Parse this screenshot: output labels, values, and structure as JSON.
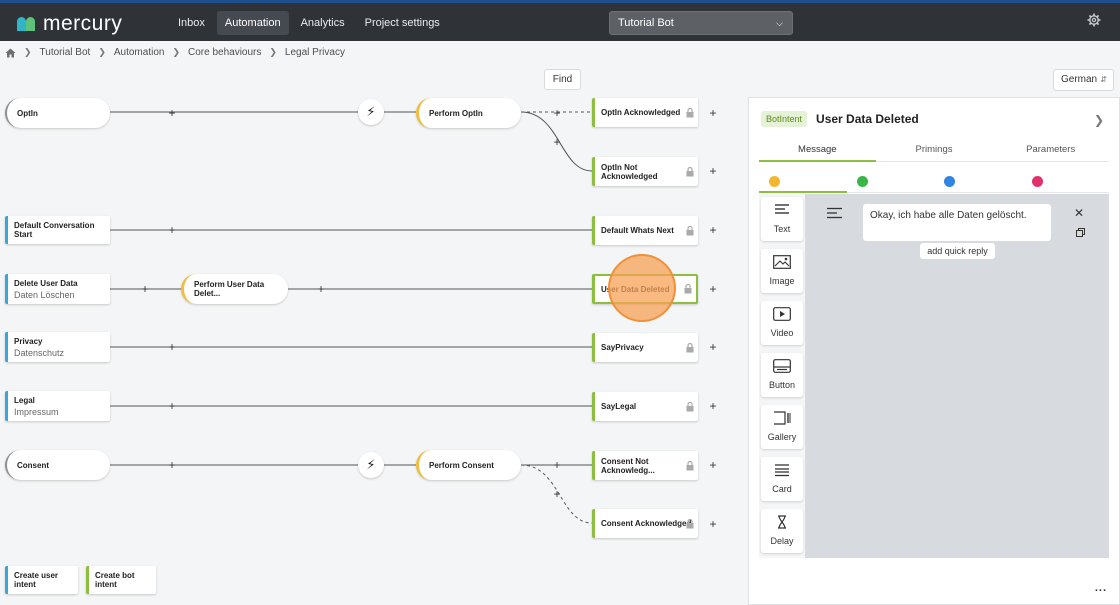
{
  "app": {
    "brand": "mercury",
    "nav": [
      "Inbox",
      "Automation",
      "Analytics",
      "Project settings"
    ],
    "active_nav": "Automation",
    "bot_selector": "Tutorial Bot"
  },
  "breadcrumb": [
    "Tutorial Bot",
    "Automation",
    "Core behaviours",
    "Legal Privacy"
  ],
  "toolbar": {
    "find": "Find",
    "language": "German"
  },
  "flow": {
    "nodes": {
      "optin": "OptIn",
      "perform_optin": "Perform OptIn",
      "optin_ack": "OptIn Acknowledged",
      "optin_not_ack": "OptIn Not Acknowledged",
      "default_conv_start": "Default Conversation Start",
      "default_whats_next": "Default Whats Next",
      "delete_user_data": "Delete User Data",
      "delete_user_data_sub": "Daten Löschen",
      "perform_user_data_delete": "Perform User Data Delet...",
      "user_data_deleted": "User Data Deleted",
      "privacy": "Privacy",
      "privacy_sub": "Datenschutz",
      "say_privacy": "SayPrivacy",
      "legal": "Legal",
      "legal_sub": "Impressum",
      "say_legal": "SayLegal",
      "consent": "Consent",
      "perform_consent": "Perform Consent",
      "consent_not_ack": "Consent Not Acknowledg...",
      "consent_ack": "Consent Acknowledged"
    },
    "create_user_intent": "Create user intent",
    "create_bot_intent": "Create bot intent"
  },
  "panel": {
    "badge": "BotIntent",
    "title": "User Data Deleted",
    "tabs": [
      "Message",
      "Primings",
      "Parameters"
    ],
    "active_tab": "Message",
    "channels": [
      {
        "name": "chat-bubble",
        "color": "#f2b632"
      },
      {
        "name": "whatsapp",
        "color": "#3bb54a"
      },
      {
        "name": "messenger",
        "color": "#2e86de"
      },
      {
        "name": "instagram",
        "color": "#e1306c"
      }
    ],
    "tools": [
      "Text",
      "Image",
      "Video",
      "Button",
      "Gallery",
      "Card",
      "Delay"
    ],
    "message_text": "Okay, ich habe alle Daten gelöscht.",
    "quick_reply": "add quick reply",
    "more": "..."
  },
  "colors": {
    "user_intent": "#3aa6d6",
    "bot_intent": "#8cbf3f",
    "action": "#f0bd3c",
    "highlight": "#f7a155"
  }
}
